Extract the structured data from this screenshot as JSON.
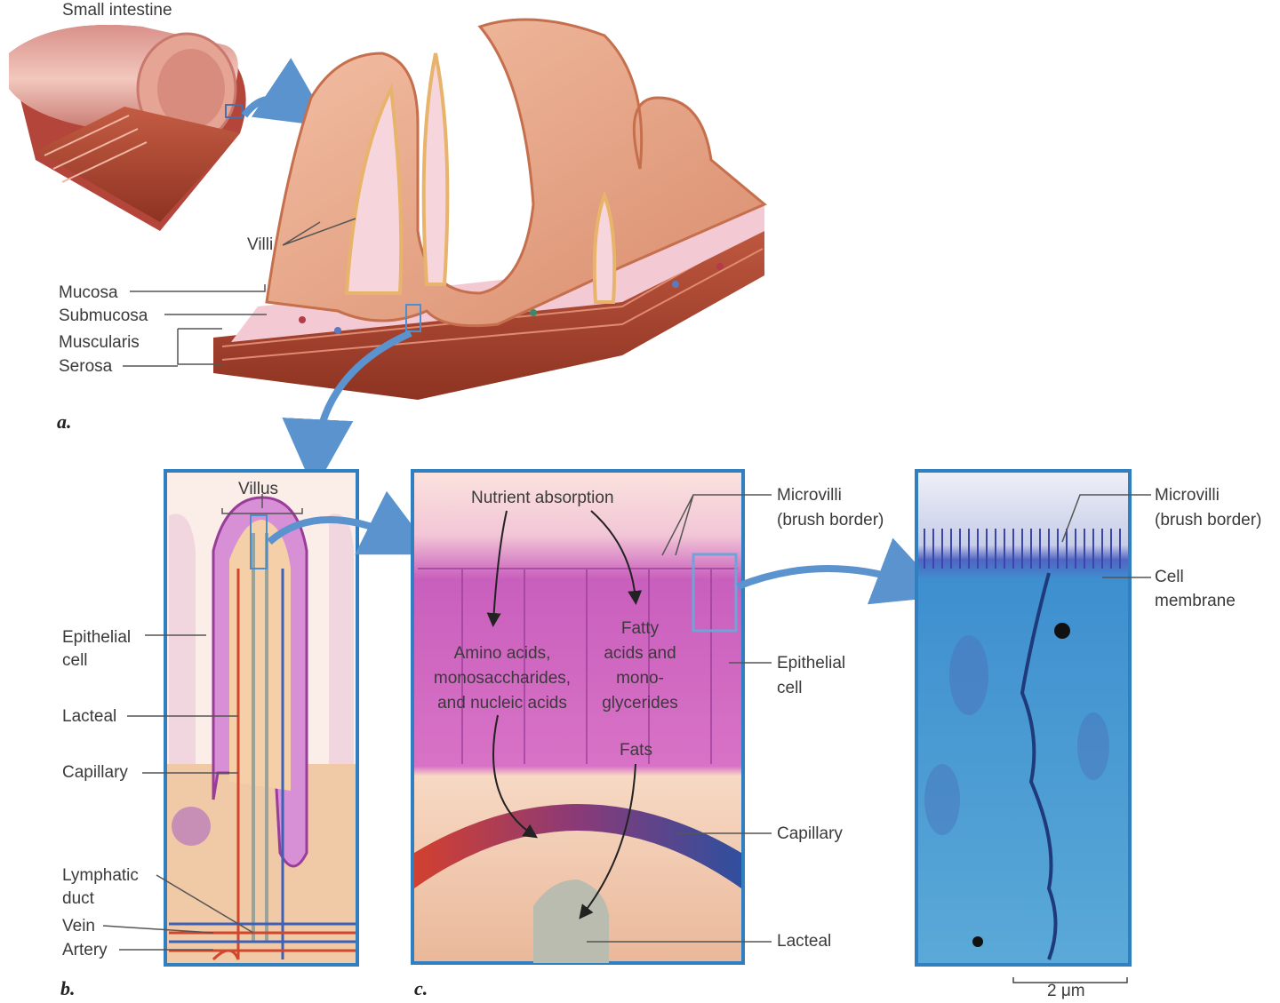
{
  "panel_a": {
    "letter": "a.",
    "title": "Small intestine",
    "labels": {
      "villi": "Villi",
      "mucosa": "Mucosa",
      "submucosa": "Submucosa",
      "muscularis": "Muscularis",
      "serosa": "Serosa"
    }
  },
  "panel_b": {
    "letter": "b.",
    "labels": {
      "villus": "Villus",
      "epithelial_cell": [
        "Epithelial",
        "cell"
      ],
      "lacteal": "Lacteal",
      "capillary": "Capillary",
      "lymphatic_duct": [
        "Lymphatic",
        "duct"
      ],
      "vein": "Vein",
      "artery": "Artery"
    }
  },
  "panel_c": {
    "letter": "c.",
    "labels": {
      "nutrient_absorption": "Nutrient absorption",
      "amino_acids": [
        "Amino acids,",
        "monosaccharides,",
        "and nucleic acids"
      ],
      "fatty_acids": [
        "Fatty",
        "acids and",
        "mono-",
        "glycerides"
      ],
      "fats": "Fats",
      "microvilli": [
        "Microvilli",
        "(brush border)"
      ],
      "epithelial_cell": [
        "Epithelial",
        "cell"
      ],
      "capillary": "Capillary",
      "lacteal": "Lacteal"
    }
  },
  "panel_d": {
    "labels": {
      "microvilli": [
        "Microvilli",
        "(brush border)"
      ],
      "cell_membrane": [
        "Cell",
        "membrane"
      ],
      "scale": "2 μm"
    }
  },
  "colors": {
    "frame_blue": "#2f7fc1",
    "arrow_blue": "#5b93cf",
    "tissue_pink": "#e7a58a",
    "muscle_red": "#b54a34",
    "epithelium_magenta": "#c65fc0",
    "em_blue": "#3f98cf"
  }
}
